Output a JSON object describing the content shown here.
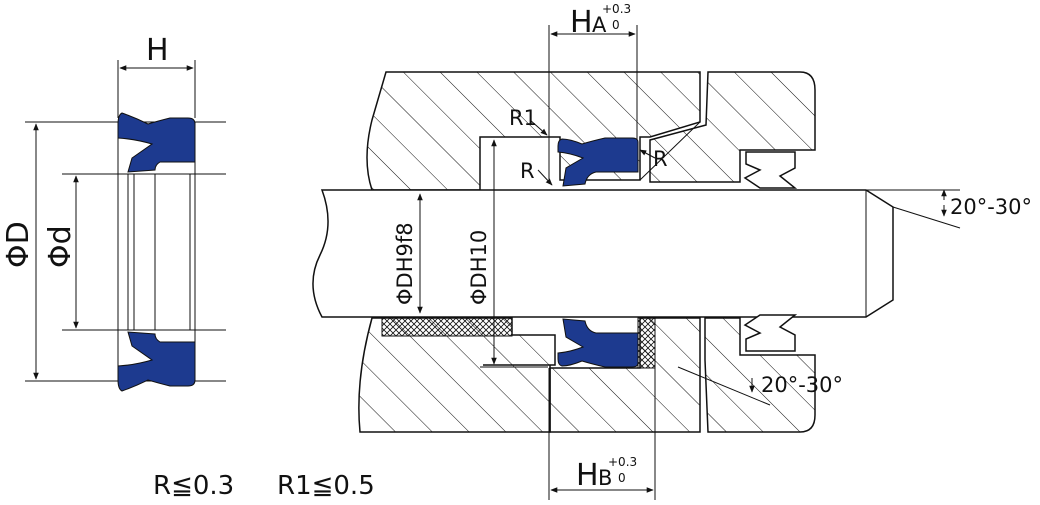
{
  "colors": {
    "seal": "#1d3a8f",
    "line": "#111111",
    "background": "#ffffff"
  },
  "left_view": {
    "width_label": "H",
    "outer_diameter_label": "ΦD",
    "inner_diameter_label": "Φd"
  },
  "assembly": {
    "groove_width_top": {
      "base": "H",
      "sub": "A",
      "upper": "+0.3",
      "lower": "0"
    },
    "groove_width_bottom": {
      "base": "H",
      "sub": "B",
      "upper": "+0.3",
      "lower": "0"
    },
    "radius_r1_label": "R1",
    "radius_r_label": "R",
    "shaft_fit_label": "ΦDH9f8",
    "bore_fit_label": "ΦDH10",
    "angle_shaft_label": "20°-30°",
    "angle_groove_label": "20°-30°"
  },
  "notes": {
    "radius_note_1": "R≦0.3",
    "radius_note_2": "R1≦0.5"
  }
}
